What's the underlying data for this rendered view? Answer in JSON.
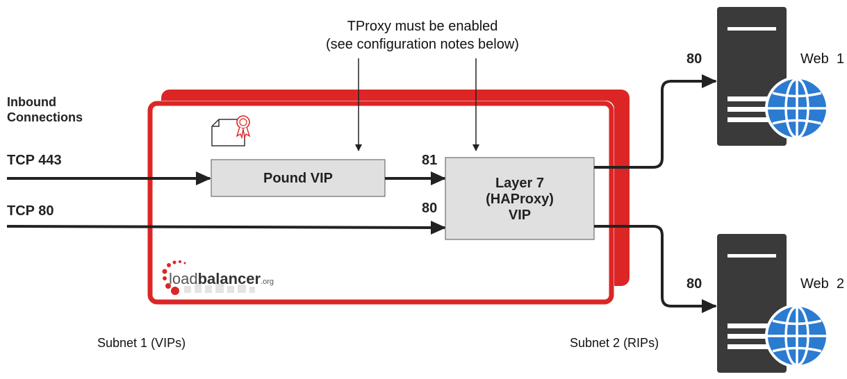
{
  "note": {
    "line1": "TProxy must be enabled",
    "line2": "(see configuration notes below)"
  },
  "inbound": {
    "line1": "Inbound",
    "line2": "Connections"
  },
  "inputs": {
    "tcp443": "TCP 443",
    "tcp80": "TCP 80"
  },
  "vips": {
    "pound": "Pound VIP",
    "layer7_line1": "Layer 7",
    "layer7_line2": "(HAProxy)",
    "layer7_line3": "VIP"
  },
  "ports": {
    "pound_to_l7": "81",
    "tcp80_to_l7": "80",
    "web1": "80",
    "web2": "80"
  },
  "servers": {
    "web1": "Web  1",
    "web2": "Web  2"
  },
  "subnets": {
    "subnet1": "Subnet 1 (VIPs)",
    "subnet2": "Subnet 2 (RIPs)"
  },
  "logo": {
    "light": "load",
    "bold": "balancer",
    "suffix": ".org"
  },
  "icons": {
    "certificate": "certificate-icon",
    "server": "server-icon",
    "globe": "globe-icon",
    "arrow": "arrow-head"
  },
  "colors": {
    "appliance_red": "#dc2626",
    "box_gray": "#e0e0e0",
    "server_dark": "#3a3a3a",
    "globe_blue": "#2b7bd1",
    "line": "#222222"
  }
}
